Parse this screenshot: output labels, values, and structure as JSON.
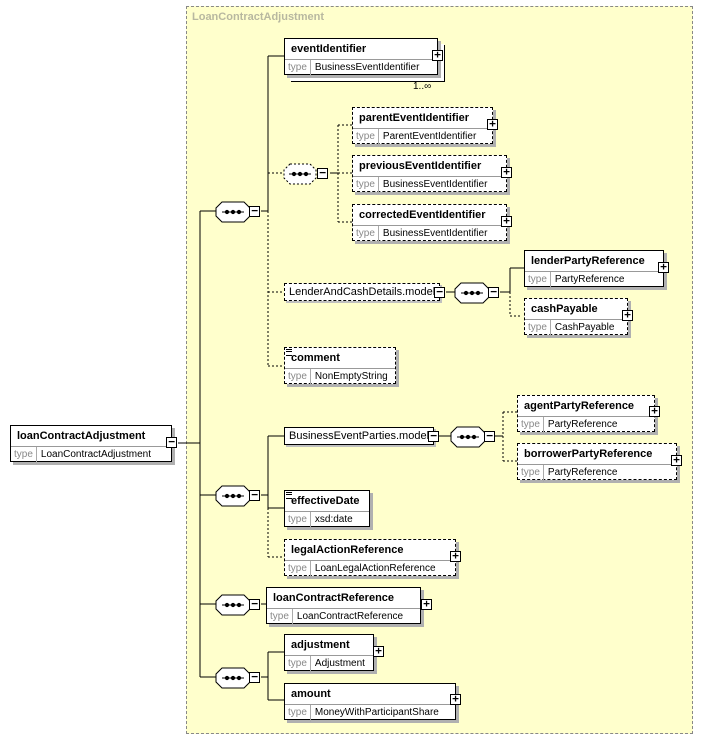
{
  "complex_type": "LoanContractAdjustment",
  "root": {
    "name": "loanContractAdjustment",
    "type_key": "type",
    "type": "LoanContractAdjustment"
  },
  "elements": {
    "eventIdentifier": {
      "name": "eventIdentifier",
      "type": "BusinessEventIdentifier",
      "occurs": "1..∞"
    },
    "parentEventIdentifier": {
      "name": "parentEventIdentifier",
      "type": "ParentEventIdentifier"
    },
    "previousEventIdentifier": {
      "name": "previousEventIdentifier",
      "type": "BusinessEventIdentifier"
    },
    "correctedEventIdentifier": {
      "name": "correctedEventIdentifier",
      "type": "BusinessEventIdentifier"
    },
    "lenderPartyReference": {
      "name": "lenderPartyReference",
      "type": "PartyReference"
    },
    "cashPayable": {
      "name": "cashPayable",
      "type": "CashPayable"
    },
    "comment": {
      "name": "comment",
      "type": "NonEmptyString"
    },
    "agentPartyReference": {
      "name": "agentPartyReference",
      "type": "PartyReference"
    },
    "borrowerPartyReference": {
      "name": "borrowerPartyReference",
      "type": "PartyReference"
    },
    "effectiveDate": {
      "name": "effectiveDate",
      "type": "xsd:date"
    },
    "legalActionReference": {
      "name": "legalActionReference",
      "type": "LoanLegalActionReference"
    },
    "loanContractReference": {
      "name": "loanContractReference",
      "type": "LoanContractReference"
    },
    "adjustment": {
      "name": "adjustment",
      "type": "Adjustment"
    },
    "amount": {
      "name": "amount",
      "type": "MoneyWithParticipantShare"
    }
  },
  "groups": {
    "lenderAndCash": "LenderAndCashDetails.model",
    "businessEventParties": "BusinessEventParties.model"
  },
  "symbols": {
    "expand": "+",
    "collapse": "−",
    "sequence_icon": "sequence-icon"
  }
}
